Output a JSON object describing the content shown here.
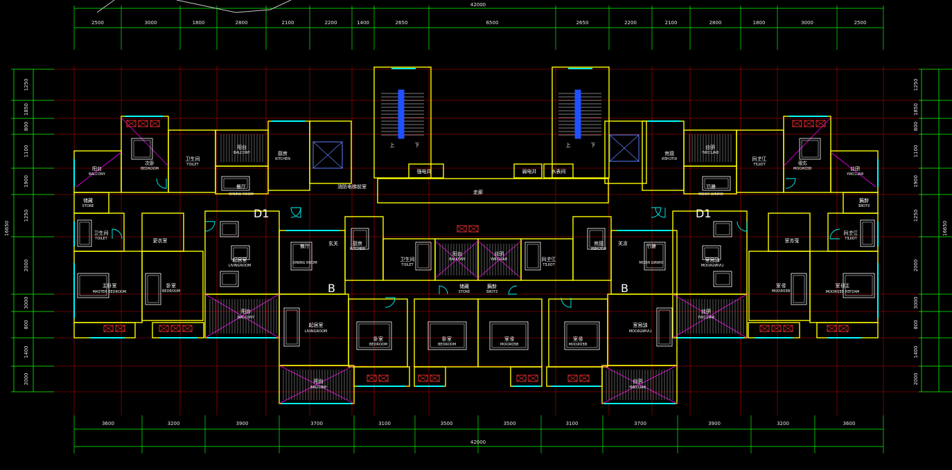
{
  "plan": {
    "overall_top": "42000",
    "overall_bottom": "42000",
    "overall_left": "16650",
    "overall_right": "16650",
    "top_dims": [
      "2500",
      "3000",
      "1800",
      "2800",
      "2100",
      "2200",
      "1400",
      "2650",
      "6500",
      "2650",
      "2200",
      "2100",
      "2800",
      "1800",
      "3000",
      "2500"
    ],
    "bottom_dims": [
      "3600",
      "3200",
      "3900",
      "3700",
      "3100",
      "3500",
      "3500",
      "3100",
      "3700",
      "3900",
      "3200",
      "3600"
    ],
    "left_dims": [
      "1250",
      "1850",
      "800",
      "1100",
      "1900",
      "1250",
      "2000",
      "3000",
      "800",
      "1400",
      "2000"
    ],
    "right_dims": [
      "1250",
      "1850",
      "800",
      "1100",
      "1900",
      "1250",
      "2000",
      "3000",
      "800",
      "1400",
      "2000"
    ],
    "unit_labels": [
      "D1",
      "B",
      "B",
      "D1"
    ],
    "rooms_left": [
      {
        "cn": "次卧",
        "en": "BEDROOM"
      },
      {
        "cn": "卫生间",
        "en": "TOILET"
      },
      {
        "cn": "阳台",
        "en": "BALCONY"
      },
      {
        "cn": "厨房",
        "en": "KITCHEN"
      },
      {
        "cn": "餐厅",
        "en": "DINING ROOM"
      },
      {
        "cn": "阳台",
        "en": "BALCONY"
      },
      {
        "cn": "储藏",
        "en": "STORE"
      },
      {
        "cn": "卫生间",
        "en": "TOILET"
      },
      {
        "cn": "更衣室",
        "en": ""
      },
      {
        "cn": "起居室",
        "en": "LIVINGROOM"
      },
      {
        "cn": "主卧室",
        "en": "MASTER BEDROOM"
      },
      {
        "cn": "卧室",
        "en": "BEDROOM"
      },
      {
        "cn": "阳台",
        "en": "BALCONY"
      }
    ],
    "rooms_center": [
      {
        "cn": "消防电梯前室",
        "en": ""
      },
      {
        "cn": "餐厅",
        "en": "DINING ROOM"
      },
      {
        "cn": "玄关",
        "en": ""
      },
      {
        "cn": "厨房",
        "en": "KITCHEN"
      },
      {
        "cn": "卫生间",
        "en": "TOILET"
      },
      {
        "cn": "阳台",
        "en": "BALCONY"
      },
      {
        "cn": "储藏",
        "en": "STORE"
      },
      {
        "cn": "起居室",
        "en": "LIVINGROOM"
      },
      {
        "cn": "卧室",
        "en": "BEDROOM"
      },
      {
        "cn": "卧室",
        "en": "BEDROOM"
      },
      {
        "cn": "阳台",
        "en": "BALCONY"
      },
      {
        "cn": "强电井",
        "en": ""
      },
      {
        "cn": "弱电井",
        "en": ""
      },
      {
        "cn": "水表间",
        "en": ""
      },
      {
        "cn": "走廊",
        "en": ""
      }
    ],
    "stair_marks": [
      "上",
      "下",
      "上",
      "下"
    ],
    "colors": {
      "wall": "#ffff00",
      "window": "#00ffff",
      "dim": "#00ff00",
      "axis": "#ff0000",
      "fixture": "#ffffff",
      "diagonal": "#ff00ff",
      "door": "#00ffff",
      "redbox": "#ff3030"
    }
  }
}
